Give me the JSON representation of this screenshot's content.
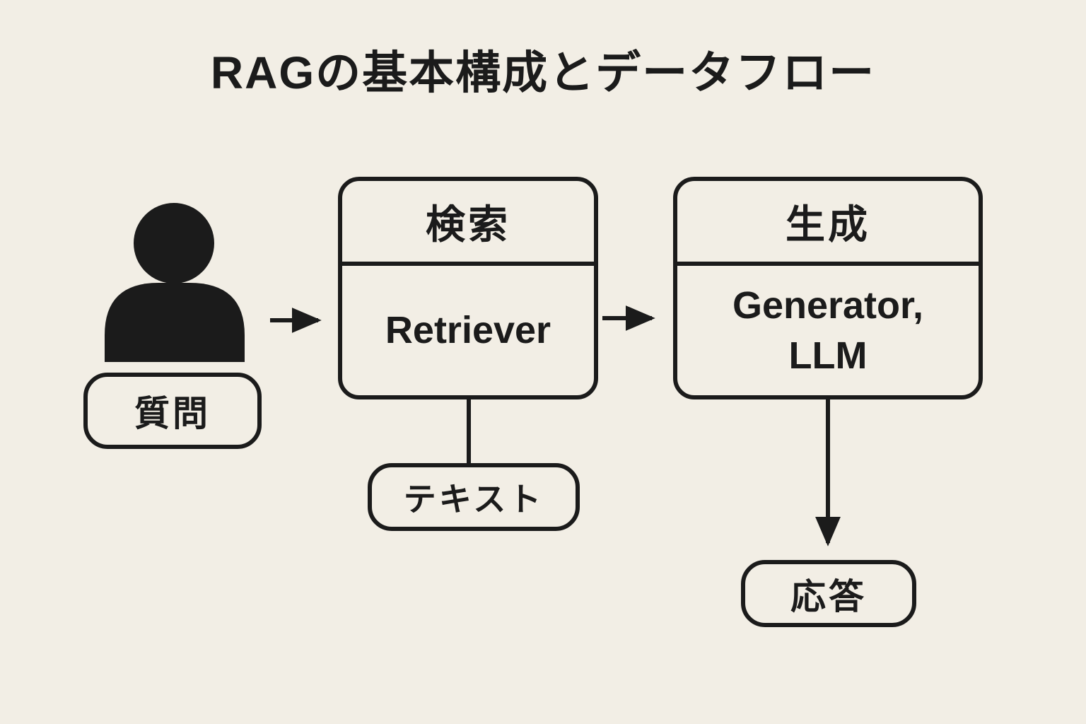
{
  "title": "RAGの基本構成とデータフロー",
  "nodes": {
    "question": {
      "label": "質問"
    },
    "retrieval": {
      "header": "検索",
      "body": "Retriever"
    },
    "generation": {
      "header": "生成",
      "body_line1": "Generator,",
      "body_line2": "LLM"
    },
    "text": {
      "label": "テキスト"
    },
    "response": {
      "label": "応答"
    }
  },
  "icons": {
    "user": "user-silhouette-icon"
  },
  "colors": {
    "background": "#f2eee5",
    "stroke": "#1b1b1b",
    "text": "#1b1b1b"
  }
}
